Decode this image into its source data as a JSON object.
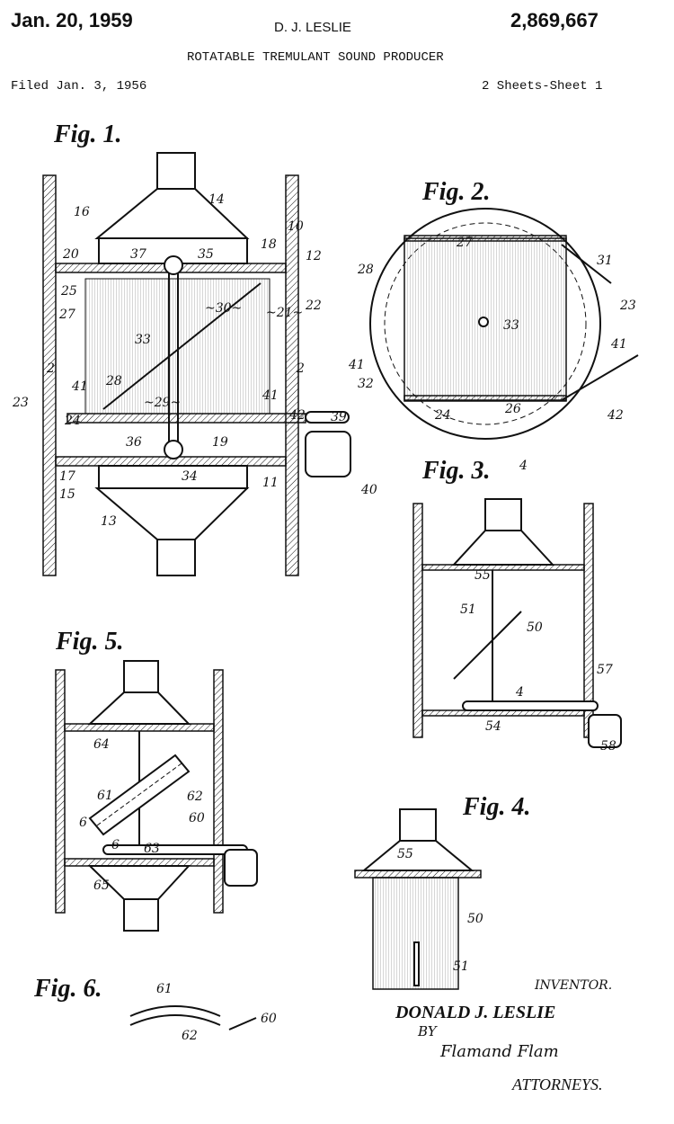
{
  "header": {
    "date": "Jan. 20, 1959",
    "inventor_name": "D. J. LESLIE",
    "patent_number": "2,869,667",
    "title": "ROTATABLE TREMULANT SOUND PRODUCER",
    "filed": "Filed Jan. 3, 1956",
    "sheets": "2 Sheets-Sheet 1"
  },
  "figures": {
    "fig1": "Fig. 1.",
    "fig2": "Fig. 2.",
    "fig3": "Fig. 3.",
    "fig4": "Fig. 4.",
    "fig5": "Fig. 5.",
    "fig6": "Fig. 6."
  },
  "labels": {
    "fig1": [
      "14",
      "16",
      "10",
      "20",
      "37",
      "35",
      "18",
      "12",
      "25",
      "~30~",
      "~21~",
      "22",
      "27",
      "33",
      "2",
      "2",
      "41",
      "28",
      "~29~",
      "41",
      "23",
      "24",
      "42",
      "39",
      "36",
      "19",
      "17",
      "34",
      "11",
      "15",
      "40",
      "13"
    ],
    "fig2": [
      "27",
      "31",
      "28",
      "23",
      "33",
      "41",
      "41",
      "32",
      "42",
      "26",
      "24"
    ],
    "fig3": [
      "4",
      "55",
      "51",
      "50",
      "4",
      "57",
      "54",
      "58"
    ],
    "fig5": [
      "64",
      "61",
      "62",
      "60",
      "6",
      "63",
      "6",
      "65"
    ],
    "fig4": [
      "55",
      "50",
      "51"
    ],
    "fig6": [
      "61",
      "60",
      "62"
    ]
  },
  "signature": {
    "inventor_label": "INVENTOR.",
    "inventor_name": "DONALD J. LESLIE",
    "by": "BY",
    "attorney_signature": "Flamand Flam",
    "attorneys": "ATTORNEYS."
  }
}
